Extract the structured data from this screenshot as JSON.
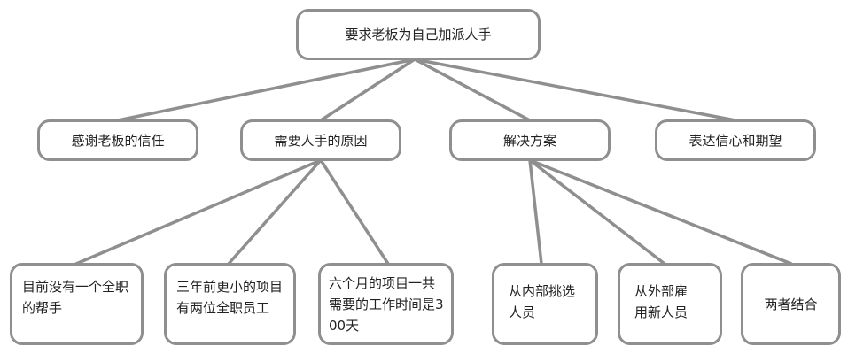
{
  "root": {
    "label": "要求老板为自己加派人手"
  },
  "branches": [
    {
      "id": "thanks",
      "label": "感谢老板的信任",
      "children": []
    },
    {
      "id": "reasons",
      "label": "需要人手的原因",
      "children": [
        {
          "label": "目前没有一个全职的帮手"
        },
        {
          "label": "三年前更小的项目有两位全职员工"
        },
        {
          "label": "六个月的项目一共需要的工作时间是300天"
        }
      ]
    },
    {
      "id": "solutions",
      "label": "解决方案",
      "children": [
        {
          "label": "从内部挑选人员"
        },
        {
          "label": "从外部雇用新人员"
        },
        {
          "label": "两者结合"
        }
      ]
    },
    {
      "id": "confidence",
      "label": "表达信心和期望",
      "children": []
    }
  ]
}
